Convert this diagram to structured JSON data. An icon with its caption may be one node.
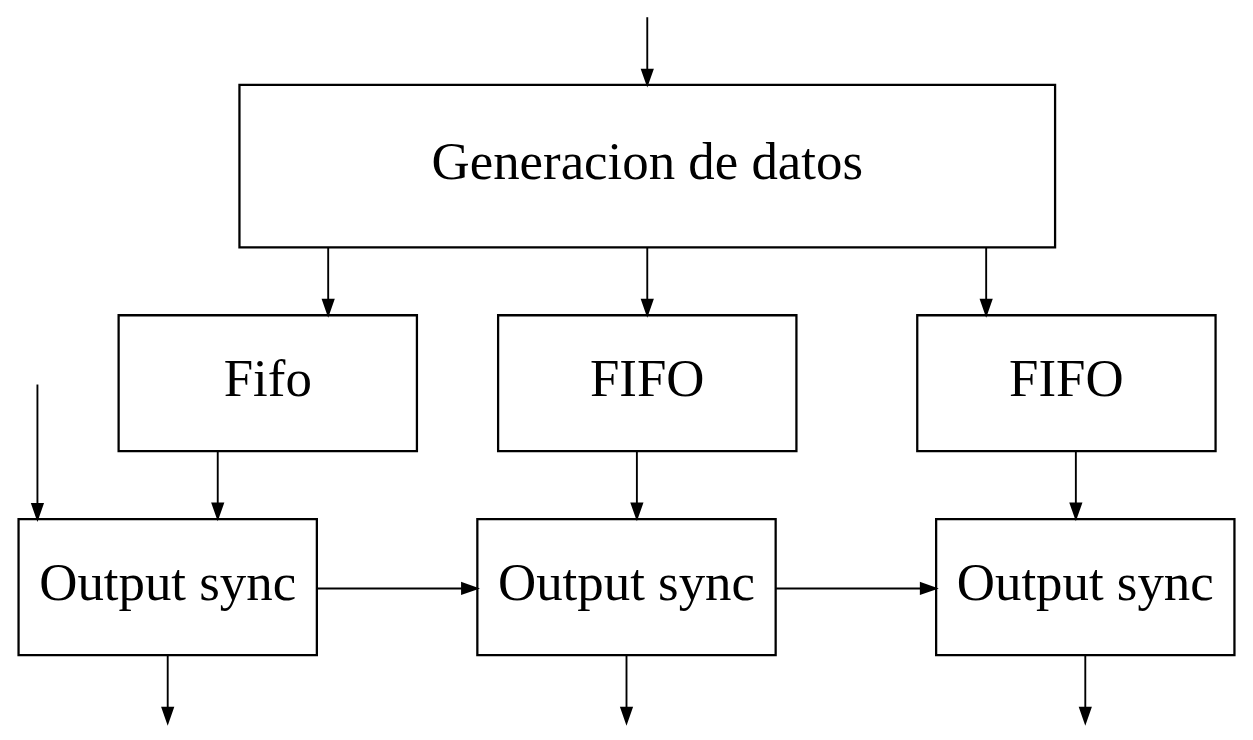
{
  "diagram": {
    "nodes": [
      {
        "text": [
          "Generacion de datos"
        ]
      },
      {
        "text": [
          "Fifo"
        ]
      },
      {
        "text": [
          "FIFO"
        ]
      },
      {
        "text": [
          "FIFO"
        ]
      },
      {
        "text": [
          "Output sync"
        ]
      },
      {
        "text": [
          "Output sync"
        ]
      },
      {
        "text": [
          "Output sync"
        ]
      }
    ],
    "edges": [
      {
        "from": null,
        "to": 0,
        "arrow": "to"
      },
      {
        "from": null,
        "to": 4,
        "arrow": "to"
      },
      {
        "from": 0,
        "to": 1,
        "arrow": "to"
      },
      {
        "from": 0,
        "to": 2,
        "arrow": "to"
      },
      {
        "from": 0,
        "to": 3,
        "arrow": "to"
      },
      {
        "from": 1,
        "to": 4,
        "arrow": "to"
      },
      {
        "from": 2,
        "to": 5,
        "arrow": "to"
      },
      {
        "from": 3,
        "to": 6,
        "arrow": "to"
      },
      {
        "from": 4,
        "to": 5,
        "arrow": "to"
      },
      {
        "from": 5,
        "to": 6,
        "arrow": "to"
      },
      {
        "from": 4,
        "to": null,
        "arrow": "to"
      },
      {
        "from": 5,
        "to": null,
        "arrow": "to"
      },
      {
        "from": 6,
        "to": null,
        "arrow": "to"
      }
    ]
  }
}
